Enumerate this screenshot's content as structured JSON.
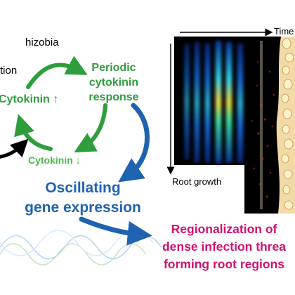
{
  "labels": {
    "rhizobia": "hizobia",
    "infection": "tion",
    "cytokinin_up": "Cytokinin ↑",
    "periodic_line1": "Periodic",
    "periodic_line2": "cytokinin",
    "periodic_line3": "response",
    "cytokinin_down": "Cytokinin ↓",
    "oscillating_line1": "Oscillating",
    "oscillating_line2": "gene expression",
    "regional_line1": "Regionalization of",
    "regional_line2": "dense infection threa",
    "regional_line3": "forming root regions",
    "time_axis": "Time",
    "root_growth_axis": "Root growth"
  },
  "colors": {
    "green": "#2e9e3c",
    "light_green": "#4cb848",
    "blue": "#1f63b0",
    "pink": "#d4106f"
  }
}
